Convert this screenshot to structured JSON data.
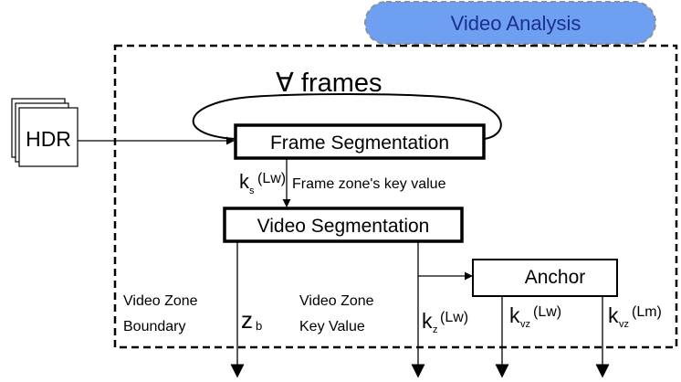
{
  "badge": {
    "label": "Video Analysis",
    "fill": "#6f9ff0",
    "stroke": "#8a8fa0",
    "text_color": "#1a2f8f"
  },
  "loop_label": "∀ frames",
  "input": {
    "label": "HDR"
  },
  "boxes": {
    "frame_segmentation": "Frame Segmentation",
    "video_segmentation": "Video Segmentation",
    "anchor": "Anchor"
  },
  "frame_key": {
    "symbol": "k",
    "sub": "s",
    "sup": "(Lw)",
    "description": "Frame zone's key value"
  },
  "outputs": {
    "zone_boundary": {
      "line1": "Video Zone",
      "line2": "Boundary",
      "symbol": "z",
      "sub": "b"
    },
    "zone_key_value": {
      "line1": "Video Zone",
      "line2": "Key Value"
    },
    "kz": {
      "symbol": "k",
      "sub": "z",
      "sup": "(Lw)"
    },
    "kvz_w": {
      "symbol": "k",
      "sub": "vz",
      "sup": "(Lw)"
    },
    "kvz_m": {
      "symbol": "k",
      "sub": "vz",
      "sup": "(Lm)"
    }
  }
}
